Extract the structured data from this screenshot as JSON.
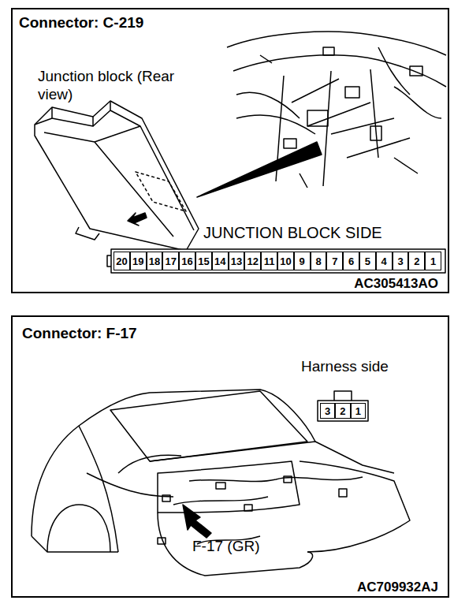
{
  "diagram": {
    "nodes": [
      {
        "text": [
          "Connector: C-219"
        ]
      },
      {
        "text": [
          "20"
        ],
        "in": 0
      },
      {
        "text": [
          "19"
        ],
        "in": 0
      },
      {
        "text": [
          "18"
        ],
        "in": 0
      },
      {
        "text": [
          "17"
        ],
        "in": 0
      },
      {
        "text": [
          "16"
        ],
        "in": 0
      },
      {
        "text": [
          "15"
        ],
        "in": 0
      },
      {
        "text": [
          "14"
        ],
        "in": 0
      },
      {
        "text": [
          "13"
        ],
        "in": 0
      },
      {
        "text": [
          "12"
        ],
        "in": 0
      },
      {
        "text": [
          "11"
        ],
        "in": 0
      },
      {
        "text": [
          "10"
        ],
        "in": 0
      },
      {
        "text": [
          "9"
        ],
        "in": 0
      },
      {
        "text": [
          "8"
        ],
        "in": 0
      },
      {
        "text": [
          "7"
        ],
        "in": 0
      },
      {
        "text": [
          "6"
        ],
        "in": 0
      },
      {
        "text": [
          "5"
        ],
        "in": 0
      },
      {
        "text": [
          "4"
        ],
        "in": 0
      },
      {
        "text": [
          "3"
        ],
        "in": 0
      },
      {
        "text": [
          "2"
        ],
        "in": 0
      },
      {
        "text": [
          "1"
        ],
        "in": 0
      },
      {
        "text": [
          "Connector: F-17"
        ]
      },
      {
        "text": [
          "3"
        ],
        "in": 21
      },
      {
        "text": [
          "2"
        ],
        "in": 21
      },
      {
        "text": [
          "1"
        ],
        "in": 21
      }
    ],
    "labels": [
      "Junction block (Rear view)",
      "JUNCTION BLOCK SIDE",
      "AC305413AO",
      "Harness side",
      "F-17 (GR)",
      "AC709932AJ"
    ]
  }
}
